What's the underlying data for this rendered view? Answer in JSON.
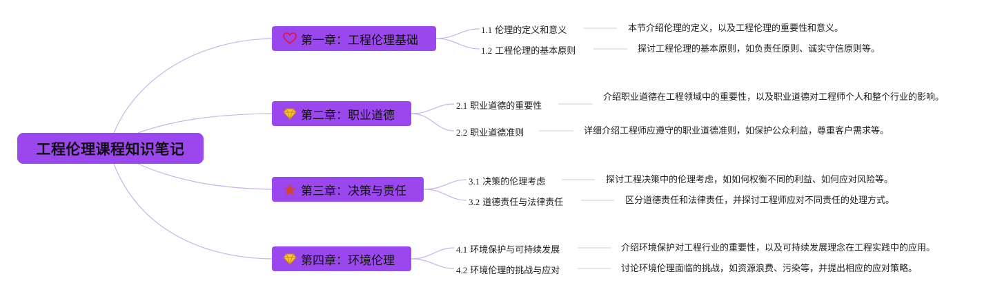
{
  "root": {
    "title": "工程伦理课程知识笔记"
  },
  "colors": {
    "node_bg": "#9a47ee",
    "link": "#c9b2e8",
    "connector": "#cccccc"
  },
  "chapters": [
    {
      "icon": "heart-icon",
      "title": "第一章：工程伦理基础",
      "sections": [
        {
          "num": "1.1",
          "title": "伦理的定义和意义",
          "desc": "本节介绍伦理的定义，以及工程伦理的重要性和意义。"
        },
        {
          "num": "1.2",
          "title": "工程伦理的基本原则",
          "desc": "探讨工程伦理的基本原则，如负责任原则、诚实守信原则等。"
        }
      ]
    },
    {
      "icon": "gem-icon",
      "title": "第二章：职业道德",
      "sections": [
        {
          "num": "2.1",
          "title": "职业道德的重要性",
          "desc": "介绍职业道德在工程领域中的重要性，以及职业道德对工程师个人和整个行业的影响。"
        },
        {
          "num": "2.2",
          "title": "职业道德准则",
          "desc": "详细介绍工程师应遵守的职业道德准则，如保护公众利益，尊重客户需求等。"
        }
      ]
    },
    {
      "icon": "star-icon",
      "title": "第三章：决策与责任",
      "sections": [
        {
          "num": "3.1",
          "title": "决策的伦理考虑",
          "desc": "探讨工程决策中的伦理考虑，如如何权衡不同的利益、如何应对风险等。"
        },
        {
          "num": "3.2",
          "title": "道德责任与法律责任",
          "desc": "区分道德责任和法律责任，并探讨工程师应对不同责任的处理方式。"
        }
      ]
    },
    {
      "icon": "gem-icon",
      "title": "第四章：环境伦理",
      "sections": [
        {
          "num": "4.1",
          "title": "环境保护与可持续发展",
          "desc": "介绍环境保护对工程行业的重要性，以及可持续发展理念在工程实践中的应用。"
        },
        {
          "num": "4.2",
          "title": "环境伦理的挑战与应对",
          "desc": "讨论环境伦理面临的挑战，如资源浪费、污染等，并提出相应的应对策略。"
        }
      ]
    }
  ]
}
